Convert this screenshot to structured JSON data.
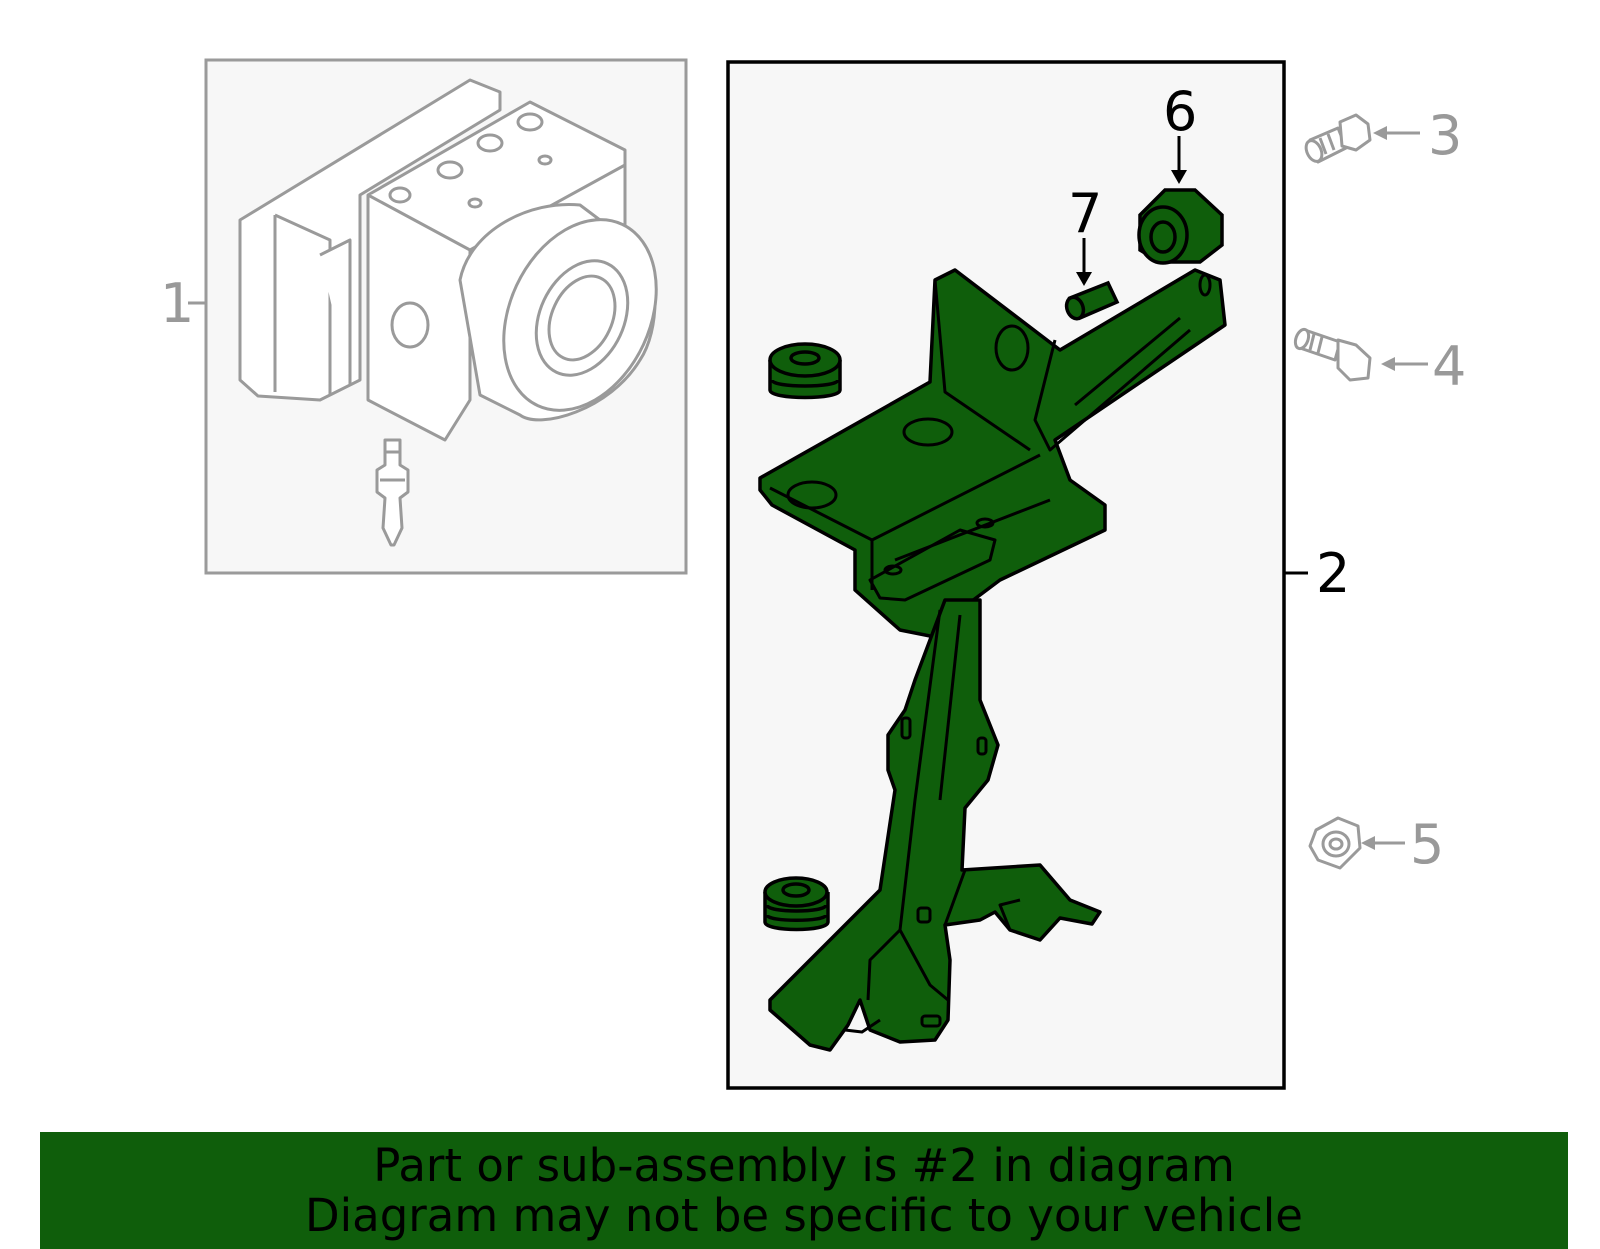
{
  "diagram": {
    "callouts": {
      "c1": "1",
      "c2": "2",
      "c3": "3",
      "c4": "4",
      "c5": "5",
      "c6": "6",
      "c7": "7"
    },
    "highlighted_part": "2",
    "colors": {
      "highlight_fill": "#0f5e0b",
      "panel_bg": "#f7f7f7",
      "grey_line": "#9a9a9a",
      "banner_bg": "#0f5e0b"
    }
  },
  "banner": {
    "line1": "Part or sub-assembly is #2 in diagram",
    "line2": "Diagram may not be specific to your vehicle"
  }
}
